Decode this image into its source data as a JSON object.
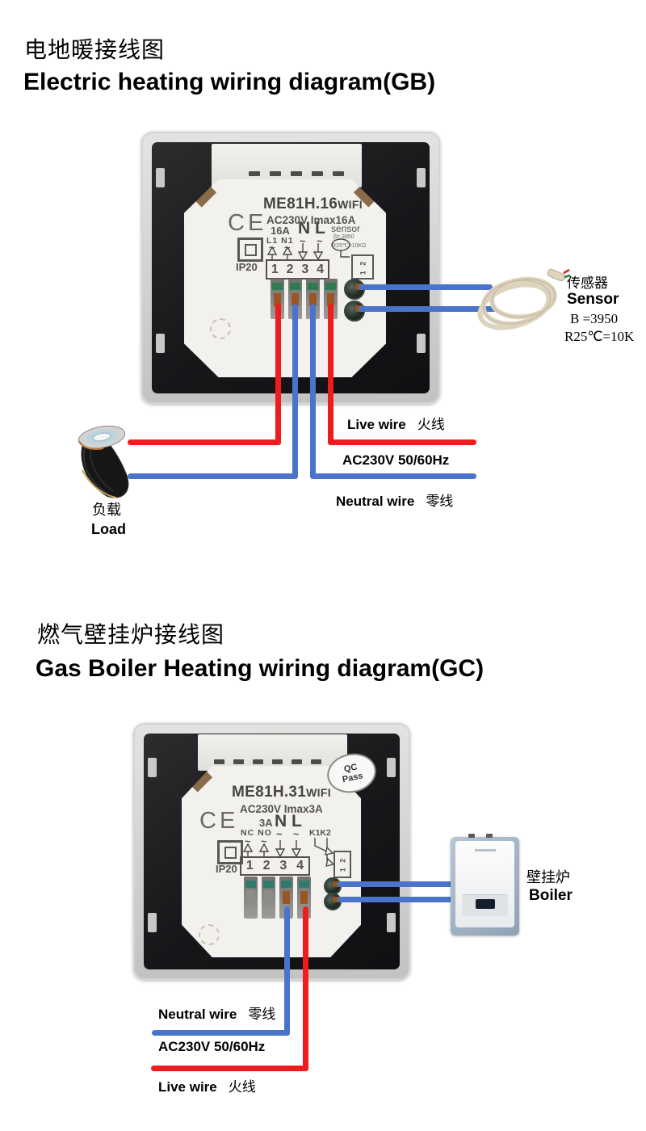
{
  "colors": {
    "wire_red": "#ee1c1c",
    "wire_blue": "#4a74ca"
  },
  "section1": {
    "title_cn": "电地暖接线图",
    "title_en": "Electric heating wiring diagram(GB)",
    "device": {
      "model": "ME81H.16",
      "model_suffix": "WIFI",
      "rating": "AC230V Imax16A",
      "ce": "CE",
      "amp": "16A",
      "t12_labels": "L1 N1",
      "n": "N",
      "l": "L",
      "tilde": "~",
      "sensor": "sensor",
      "sensor_beta": "β= 3950",
      "sensor_r": "R25℃=10KΩ",
      "ip": "IP20",
      "terminals": [
        "1",
        "2",
        "3",
        "4"
      ],
      "connector": "1 2"
    },
    "sensor_label": {
      "cn": "传感器",
      "en": "Sensor",
      "line1": "B =3950",
      "line2": "R25℃=10K"
    },
    "load_label": {
      "cn": "负载",
      "en": "Load"
    },
    "live": {
      "en": "Live wire",
      "cn": "火线"
    },
    "ac": "AC230V 50/60Hz",
    "neutral": {
      "en": "Neutral wire",
      "cn": "零线"
    }
  },
  "section2": {
    "title_cn": "燃气壁挂炉接线图",
    "title_en": "Gas Boiler Heating wiring diagram(GC)",
    "device": {
      "model": "ME81H.31",
      "model_suffix": "WIFI",
      "rating": "AC230V Imax3A",
      "ce": "CE",
      "amp": "3A",
      "t12_labels": "NC NO",
      "n": "N",
      "l": "L",
      "tilde": "~",
      "k": "K1K2",
      "ip": "IP20",
      "terminals": [
        "1",
        "2",
        "3",
        "4"
      ],
      "connector": "1 2",
      "qc_line1": "QC",
      "qc_line2": "Pass"
    },
    "boiler_label": {
      "cn": "壁挂炉",
      "en": "Boiler"
    },
    "neutral": {
      "en": "Neutral wire",
      "cn": "零线"
    },
    "ac": "AC230V 50/60Hz",
    "live": {
      "en": "Live wire",
      "cn": "火线"
    }
  }
}
